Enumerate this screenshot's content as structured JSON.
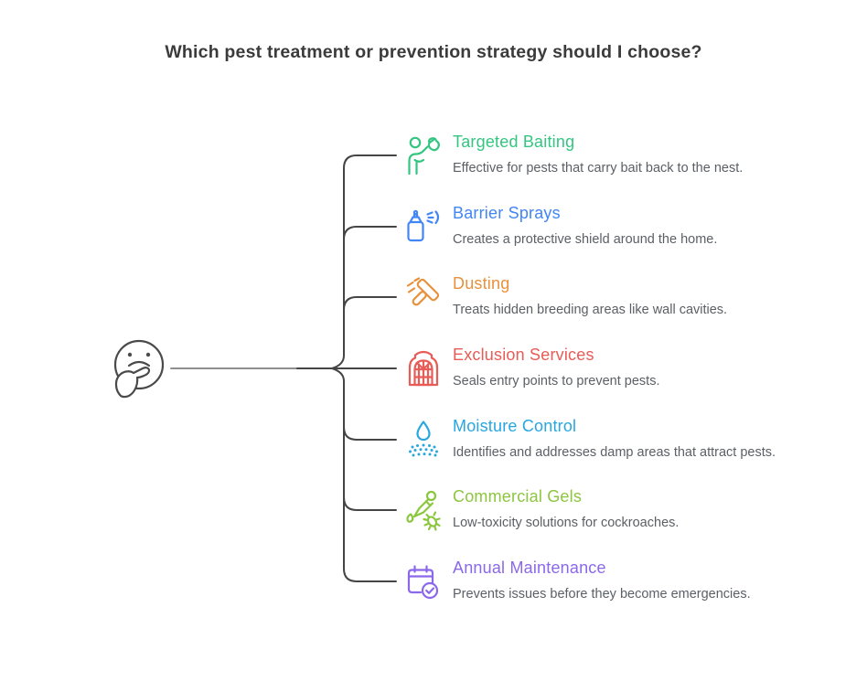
{
  "title": "Which pest treatment or prevention strategy should I choose?",
  "figure": {
    "icon": "thinking-face-icon"
  },
  "colors": {
    "tree_line": "#454545",
    "feeder_line": "#8f8f8f",
    "title_text": "#3b3b3b",
    "description_text": "#5b6066"
  },
  "branches": [
    {
      "label": "Targeted Baiting",
      "description": "Effective for pests that carry bait back to the nest.",
      "color": "#34c681",
      "icon": "person-carrying-bag-icon"
    },
    {
      "label": "Barrier Sprays",
      "description": "Creates a protective shield around the home.",
      "color": "#4285f4",
      "icon": "spray-bottle-icon"
    },
    {
      "label": "Dusting",
      "description": "Treats hidden breeding areas like wall cavities.",
      "color": "#e8913c",
      "icon": "duster-icon"
    },
    {
      "label": "Exclusion Services",
      "description": "Seals entry points to prevent pests.",
      "color": "#e85b56",
      "icon": "arched-window-icon"
    },
    {
      "label": "Moisture Control",
      "description": "Identifies and addresses damp areas that attract pests.",
      "color": "#27a6e0",
      "icon": "water-drop-spray-icon"
    },
    {
      "label": "Commercial Gels",
      "description": "Low-toxicity solutions for cockroaches.",
      "color": "#8cc63f",
      "icon": "gel-dropper-bug-icon"
    },
    {
      "label": "Annual Maintenance",
      "description": "Prevents issues before they become emergencies.",
      "color": "#8b68ea",
      "icon": "calendar-check-icon"
    }
  ]
}
